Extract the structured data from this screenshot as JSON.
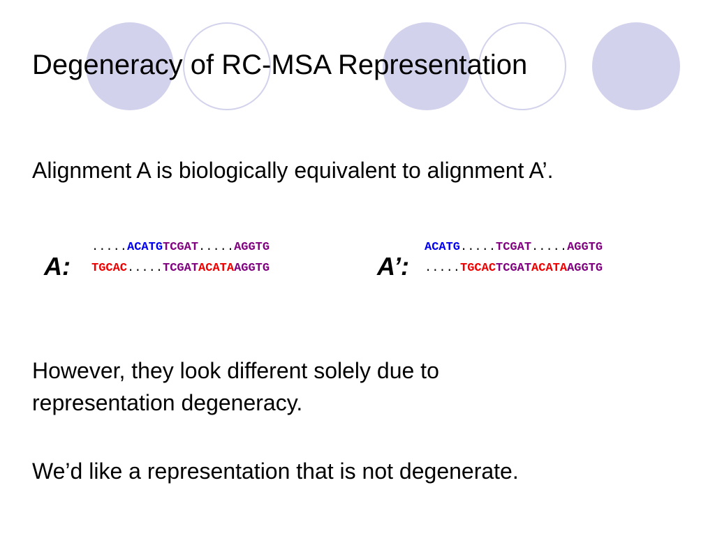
{
  "slide": {
    "title": "Degeneracy of RC-MSA Representation",
    "line1": "Alignment A is biologically equivalent to alignment A’.",
    "line2": "However, they look different solely due to",
    "line3": "representation degeneracy.",
    "line4": "We’d like a representation that is not degenerate."
  },
  "colors": {
    "circle": "#d2d2ec",
    "blue": "#0000ee",
    "purple": "#800080",
    "red": "#ee0000"
  },
  "alignments": {
    "A": {
      "label": "A:",
      "row1": [
        {
          "text": ".....",
          "color": "dots"
        },
        {
          "text": "ACATG",
          "color": "blue"
        },
        {
          "text": "TCGAT",
          "color": "purple"
        },
        {
          "text": ".....",
          "color": "dots"
        },
        {
          "text": "AGGTG",
          "color": "purple"
        }
      ],
      "row2": [
        {
          "text": "TGCAC",
          "color": "red"
        },
        {
          "text": ".....",
          "color": "dots"
        },
        {
          "text": "TCGAT",
          "color": "purple"
        },
        {
          "text": "ACATA",
          "color": "red"
        },
        {
          "text": "AGGTG",
          "color": "purple"
        }
      ]
    },
    "A_prime": {
      "label": "A’:",
      "row1": [
        {
          "text": "ACATG",
          "color": "blue"
        },
        {
          "text": ".....",
          "color": "dots"
        },
        {
          "text": "TCGAT",
          "color": "purple"
        },
        {
          "text": ".....",
          "color": "dots"
        },
        {
          "text": "AGGTG",
          "color": "purple"
        }
      ],
      "row2": [
        {
          "text": ".....",
          "color": "dots"
        },
        {
          "text": "TGCAC",
          "color": "red"
        },
        {
          "text": "TCGAT",
          "color": "purple"
        },
        {
          "text": "ACATA",
          "color": "red"
        },
        {
          "text": "AGGTG",
          "color": "purple"
        }
      ]
    }
  }
}
